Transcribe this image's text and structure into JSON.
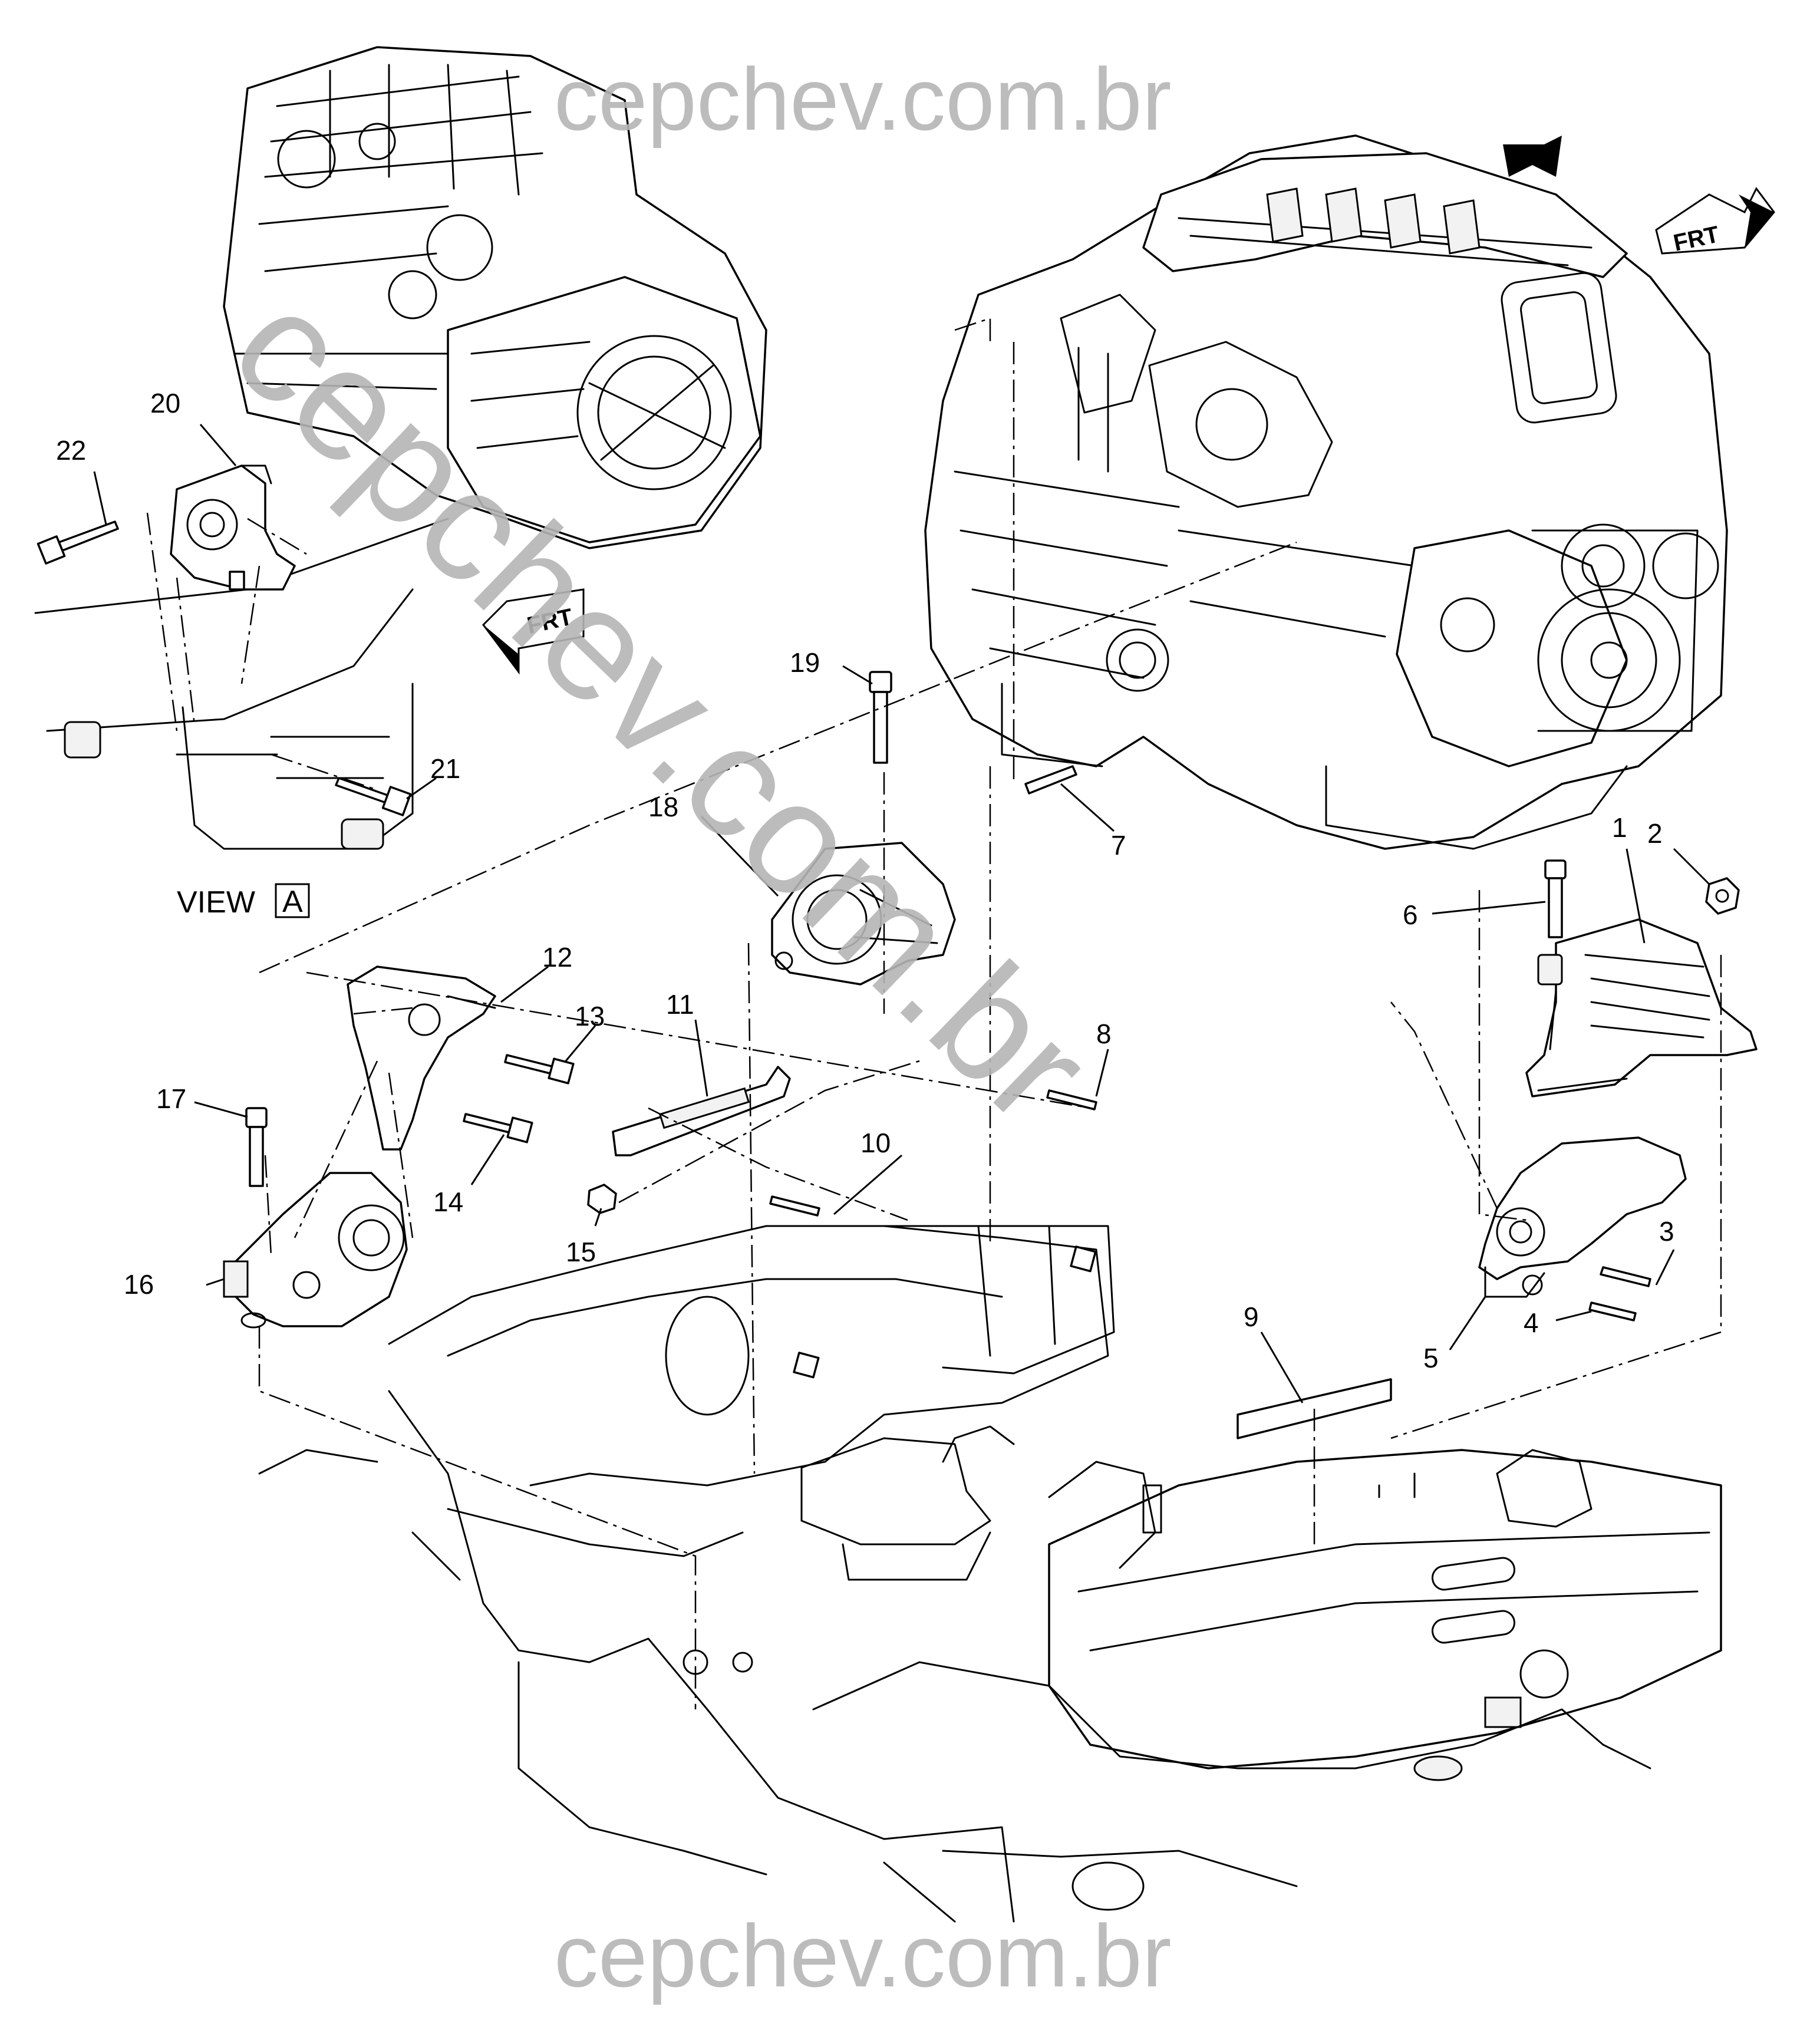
{
  "view_label": {
    "text": "VIEW",
    "letter": "A"
  },
  "front_arrows": [
    {
      "text": "FRT"
    },
    {
      "text": "FRT"
    }
  ],
  "watermark": {
    "top": "cepchev.com.br",
    "diagonal": "cepchev.com.br",
    "bottom": "cepchev.com.br"
  },
  "callouts": [
    "1",
    "2",
    "3",
    "4",
    "5",
    "6",
    "7",
    "8",
    "9",
    "10",
    "11",
    "12",
    "13",
    "14",
    "15",
    "16",
    "17",
    "18",
    "19",
    "20",
    "21",
    "22"
  ]
}
